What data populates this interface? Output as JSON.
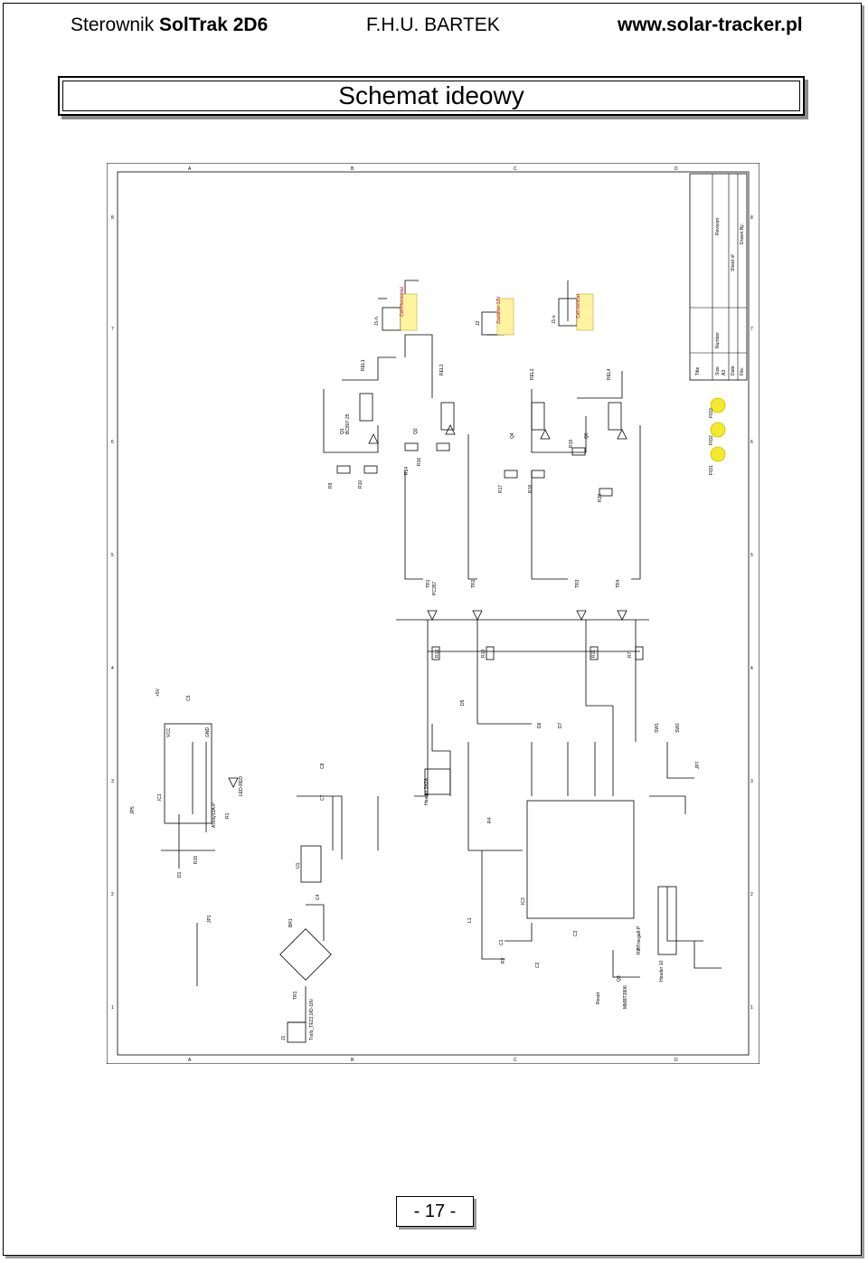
{
  "header": {
    "left_prefix": "Sterownik",
    "left_bold": "SolTrak 2D6",
    "middle": "F.H.U. BARTEK",
    "right": "www.solar-tracker.pl"
  },
  "document": {
    "title": "Schemat ideowy"
  },
  "schematic": {
    "zone_letters": [
      "A",
      "B",
      "C",
      "D"
    ],
    "zone_numbers": [
      "1",
      "2",
      "3",
      "4",
      "5",
      "6",
      "7",
      "8"
    ],
    "labels": {
      "cell_horizontal": "Cell-Horizontal",
      "cell_vertical": "Cell-Vertical",
      "zasilanie": "Zasilanie-12V",
      "j1h": "J1-h",
      "j1v": "J1-v",
      "j2": "J2",
      "rel1": "REL1",
      "rel2": "REL2",
      "rel3": "REL3",
      "rel4": "REL4",
      "q1": "Q1",
      "q2": "Q2",
      "q4": "Q4",
      "q6": "Q6",
      "bc": "BC807-25",
      "tr1": "TR1",
      "tr2": "TR2",
      "tr3": "TR3",
      "tr4": "TR4",
      "pc": "PC357",
      "r9": "R9",
      "r10": "R10",
      "r14": "R14",
      "r16": "R16",
      "r17": "R17",
      "r18": "R18",
      "r19": "R19",
      "r20": "R20",
      "r12": "R12",
      "r13": "R13",
      "r11": "R11",
      "r7": "R7",
      "r15": "R15",
      "r1": "R1",
      "r2": "R2",
      "r8": "R8",
      "r4": "R4",
      "ic1": "IC1",
      "ic3": "IC3",
      "u1": "U1",
      "tiny": "ATtiny13A-P",
      "atmega": "ATmega8-P",
      "vcc": "VCC",
      "gnd": "GND",
      "plus5v": "+5V",
      "c5": "C5",
      "c4": "C4",
      "c7": "C7",
      "c8": "C8",
      "c1": "C1",
      "c2": "C2",
      "c3": "C3",
      "jp5": "JP5",
      "jp1": "JP1",
      "jp7": "JP7",
      "sw1": "SW1",
      "sw2": "SW2",
      "d1": "D1",
      "d5": "D5",
      "d6": "D6",
      "d7": "D7",
      "led": "LED-RED",
      "header": "Header 3X2A",
      "header10": "Header 10",
      "fid1": "FID1",
      "fid2": "FID2",
      "fid3": "FID3",
      "title_label": "Title",
      "size_label": "Size",
      "size_value": "A3",
      "number_label": "Number",
      "revision_label": "Revision",
      "date_label": "Date:",
      "file_label": "File:",
      "sheet_label": "Sheet of",
      "drawn_label": "Drawn By:",
      "reset": "Reset",
      "q3": "Q3",
      "mmbt": "MMBT3906",
      "trafo": "Trafo_TEZ2,0/D-18V",
      "br1": "BR1",
      "l1": "L1",
      "j1": "J1"
    }
  },
  "footer": {
    "page_number": "- 17 -"
  }
}
